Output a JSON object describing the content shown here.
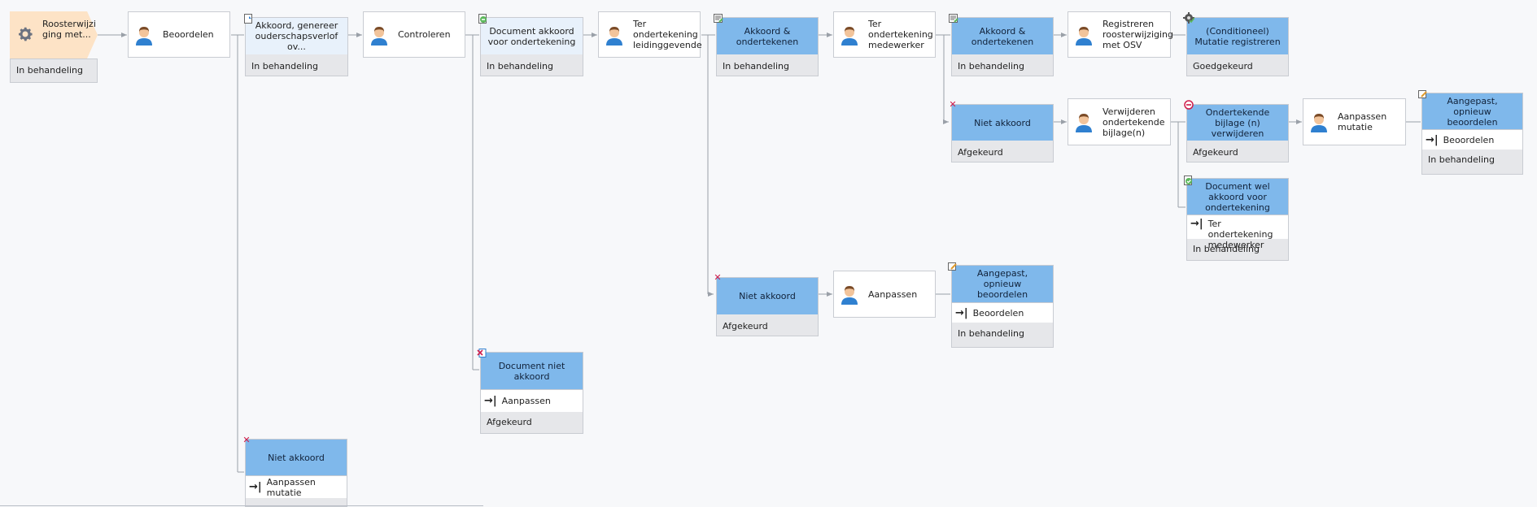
{
  "colors": {
    "accent_blue": "#7fb8eb",
    "light_blue": "#e8f1fb",
    "start_orange": "#fde3c6",
    "footer_gray": "#e6e7ea",
    "reject_red": "#d01c4a",
    "ok_green": "#5cb85c"
  },
  "start": {
    "label": "Roosterwijzi ging met...",
    "status": "In behandeling"
  },
  "tasks": {
    "beoordelen": "Beoordelen",
    "controleren": "Controleren",
    "ter_ondertekening_leiding": "Ter ondertekening leidinggevende",
    "ter_ondertekening_medewerker": "Ter ondertekening medewerker",
    "registreren_osv": "Registreren roosterwijziging met OSV",
    "verwijderen_bijlage": "Verwijderen ondertekende bijlage(n)",
    "aanpassen_mutatie": "Aanpassen mutatie",
    "aanpassen": "Aanpassen"
  },
  "statuses": {
    "akkoord_genereer": {
      "title": "Akkoord, genereer ouderschapsverlof ov...",
      "footer": "In behandeling"
    },
    "document_akkoord": {
      "title": "Document akkoord voor ondertekening",
      "footer": "In behandeling"
    },
    "akkoord_ondertekenen_1": {
      "title": "Akkoord & ondertekenen",
      "footer": "In behandeling"
    },
    "akkoord_ondertekenen_2": {
      "title": "Akkoord & ondertekenen",
      "footer": "In behandeling"
    },
    "mutatie_registreren": {
      "title": "(Conditioneel) Mutatie registreren",
      "footer": "Goedgekeurd"
    },
    "niet_akkoord_top": {
      "title": "Niet akkoord",
      "footer": "Afgekeurd"
    },
    "bijlage_verwijderen": {
      "title": "Ondertekende bijlage (n) verwijderen",
      "footer": "Afgekeurd"
    },
    "aangepast_right": {
      "title": "Aangepast, opnieuw beoordelen",
      "jump": "Beoordelen",
      "footer": "In behandeling"
    },
    "document_wel_akkoord": {
      "title": "Document wel akkoord voor ondertekening",
      "jump": "Ter ondertekening medewerker",
      "footer": "In behandeling"
    },
    "niet_akkoord_mid": {
      "title": "Niet akkoord",
      "footer": "Afgekeurd"
    },
    "aangepast_mid": {
      "title": "Aangepast, opnieuw beoordelen",
      "jump": "Beoordelen",
      "footer": "In behandeling"
    },
    "document_niet_akkoord": {
      "title": "Document niet akkoord",
      "jump": "Aanpassen",
      "footer": "Afgekeurd"
    },
    "niet_akkoord_bottom": {
      "title": "Niet akkoord",
      "jump": "Aanpassen mutatie"
    }
  },
  "icons": {
    "task": "user-avatar-icon",
    "start": "gear-icon",
    "jump": "jump-arrow-icon",
    "reject": "red-x-icon",
    "document": "document-icon"
  }
}
